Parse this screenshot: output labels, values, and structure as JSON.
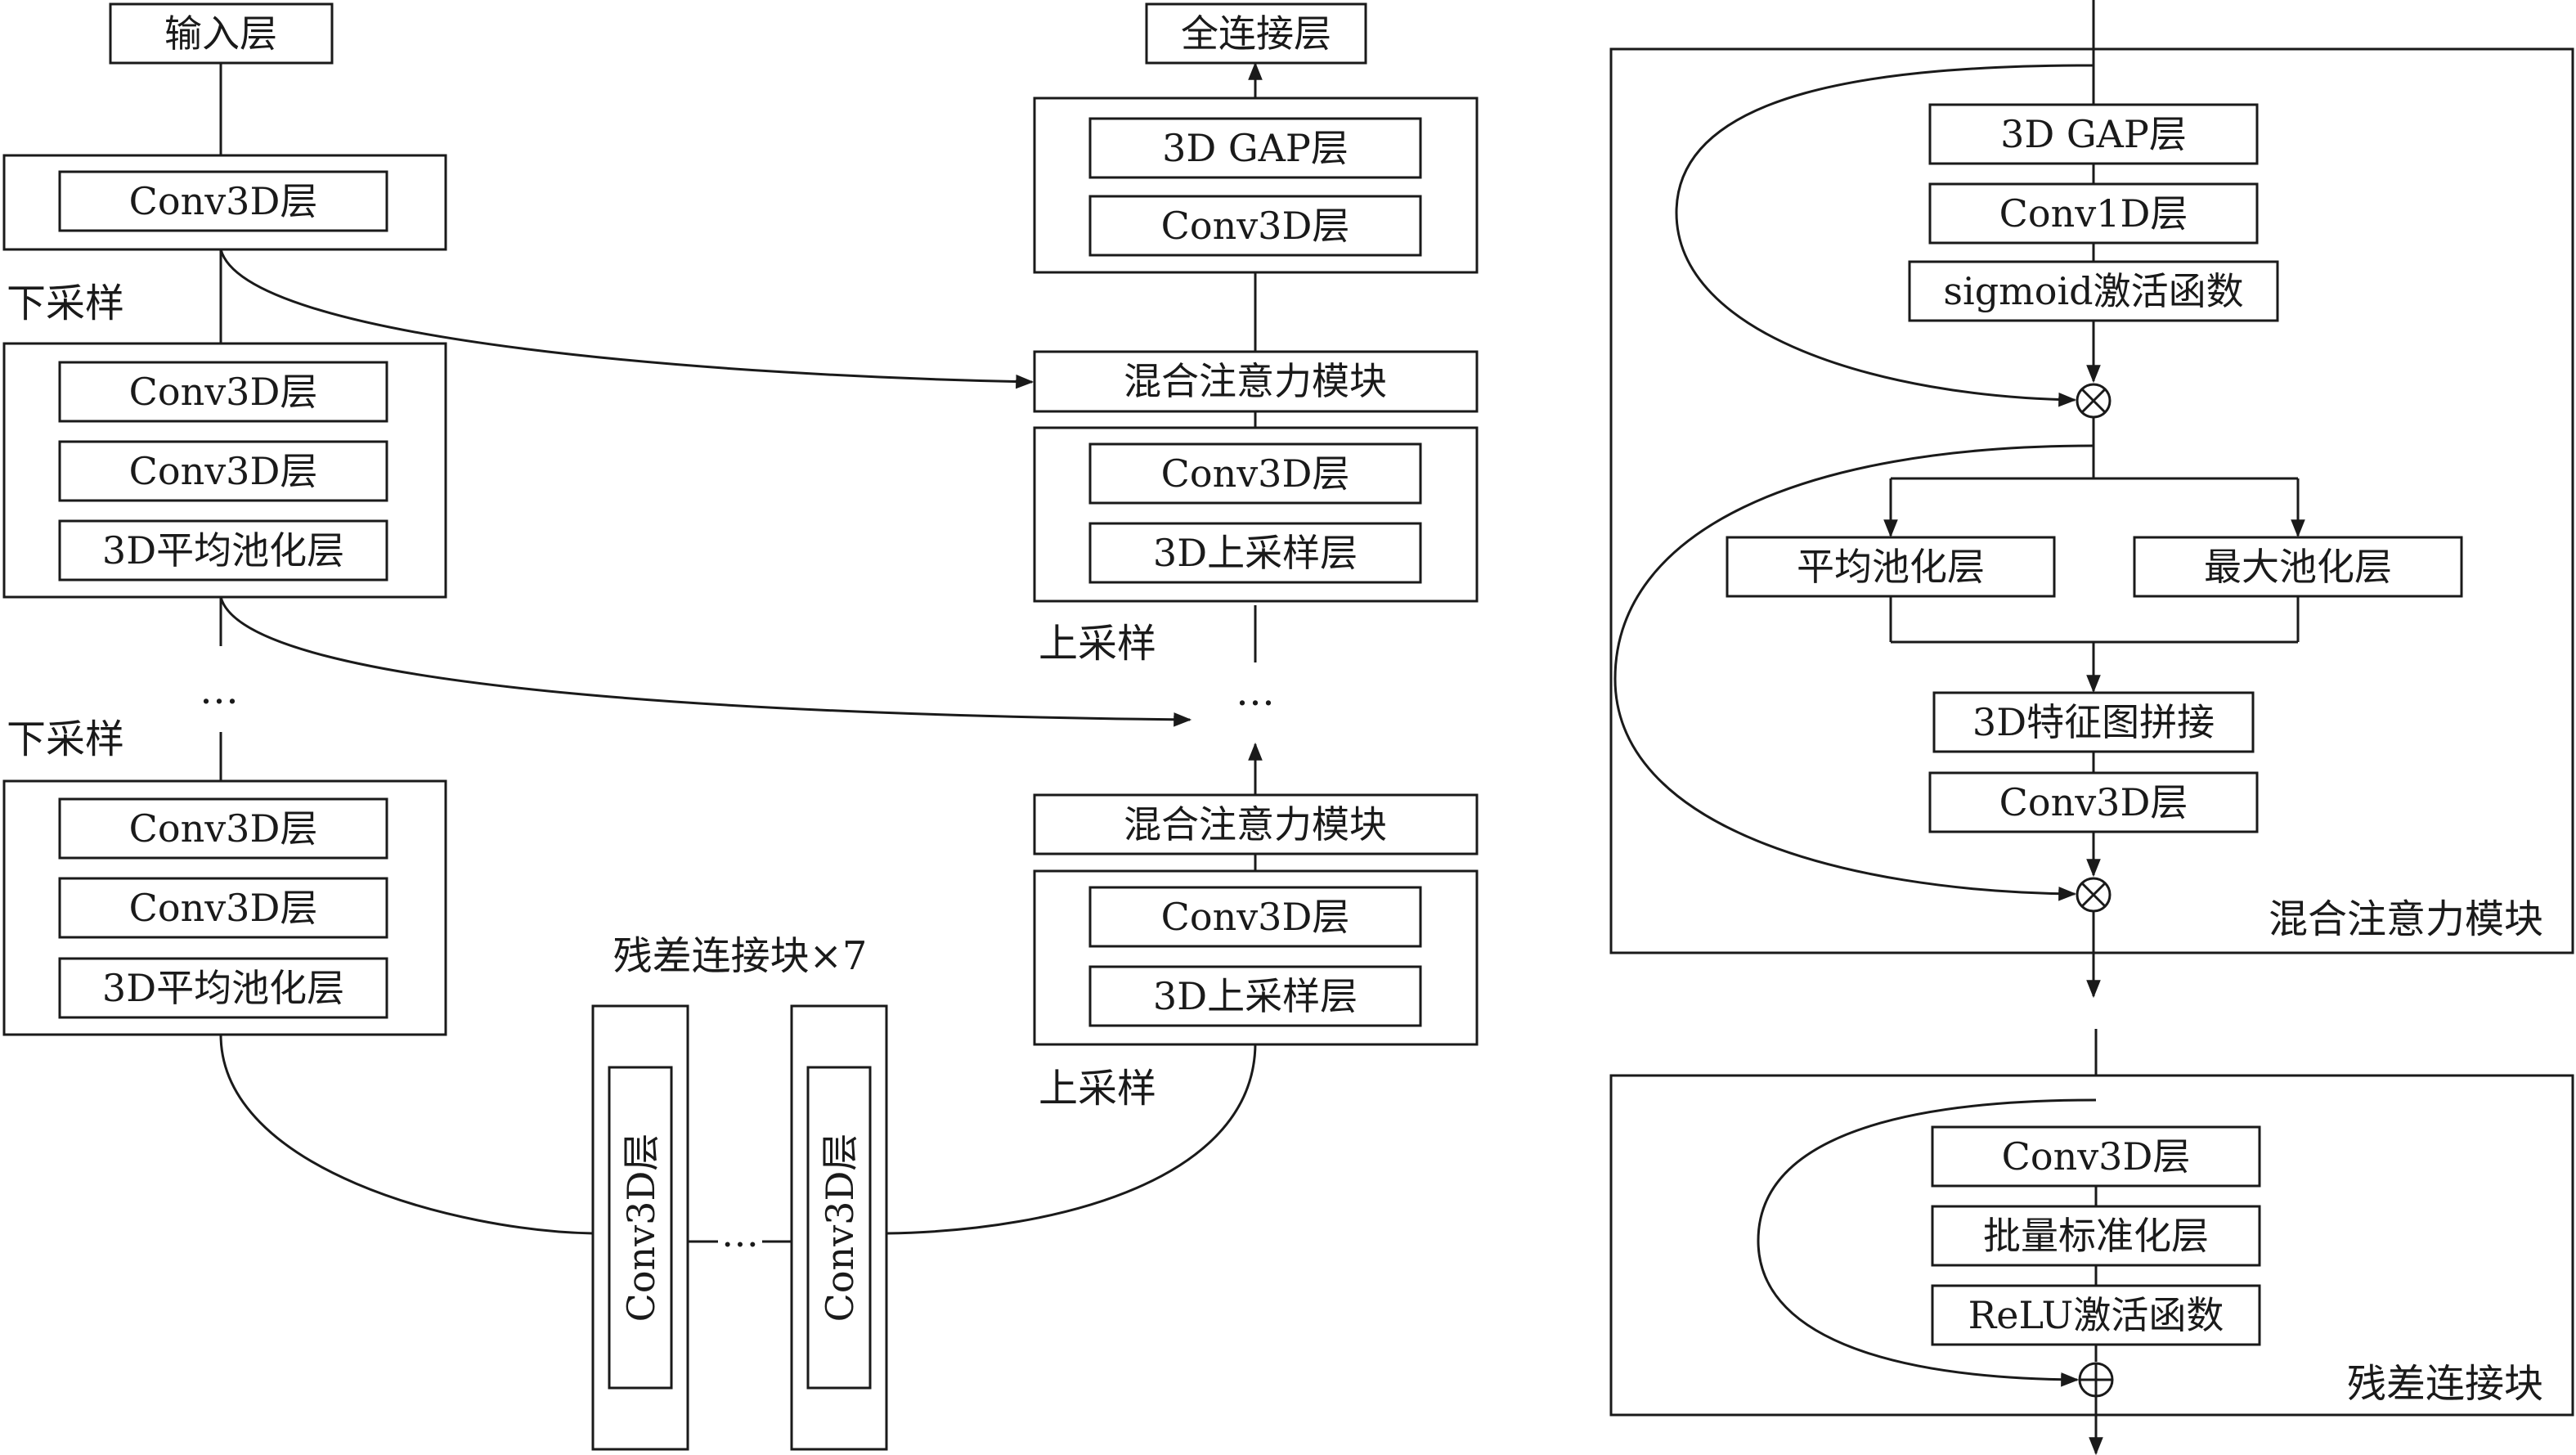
{
  "left": {
    "input": "输入层",
    "conv": "Conv3D层",
    "pool": "3D平均池化层",
    "downsample": "下采样",
    "ellipsis": "…",
    "residual_caption": "残差连接块×7",
    "fc": "全连接层",
    "gap": "3D GAP层",
    "attention": "混合注意力模块",
    "upsample_layer": "3D上采样层",
    "upsample": "上采样",
    "ellipsis_h": "…"
  },
  "attention_detail": {
    "gap": "3D GAP层",
    "conv1d": "Conv1D层",
    "sigmoid": "sigmoid激活函数",
    "multiply": "⊗",
    "avgpool": "平均池化层",
    "maxpool": "最大池化层",
    "concat": "3D特征图拼接",
    "conv3d": "Conv3D层",
    "caption": "混合注意力模块"
  },
  "residual_detail": {
    "conv3d": "Conv3D层",
    "batchnorm": "批量标准化层",
    "relu": "ReLU激活函数",
    "add": "⊕",
    "caption": "残差连接块"
  }
}
